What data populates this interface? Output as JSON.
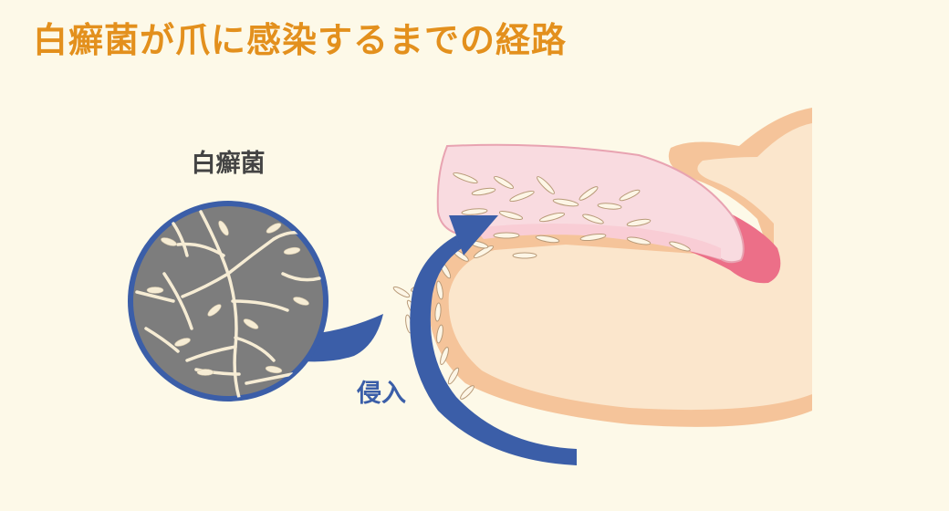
{
  "title": "白癬菌が爪に感染するまでの経路",
  "labels": {
    "fungus": "白癬菌",
    "invasion": "侵入"
  },
  "colors": {
    "background": "#fdf9e8",
    "title": "#e3901d",
    "finger_skin": "#fbe6cc",
    "finger_outline": "#f5c49a",
    "nail": "#f9dbe0",
    "nail_bed": "#ec6f88",
    "arrow": "#3b5ea8",
    "fungus_bg": "#7d7d7d",
    "fungus_body": "#f6ecd4",
    "label_text": "#444444"
  }
}
